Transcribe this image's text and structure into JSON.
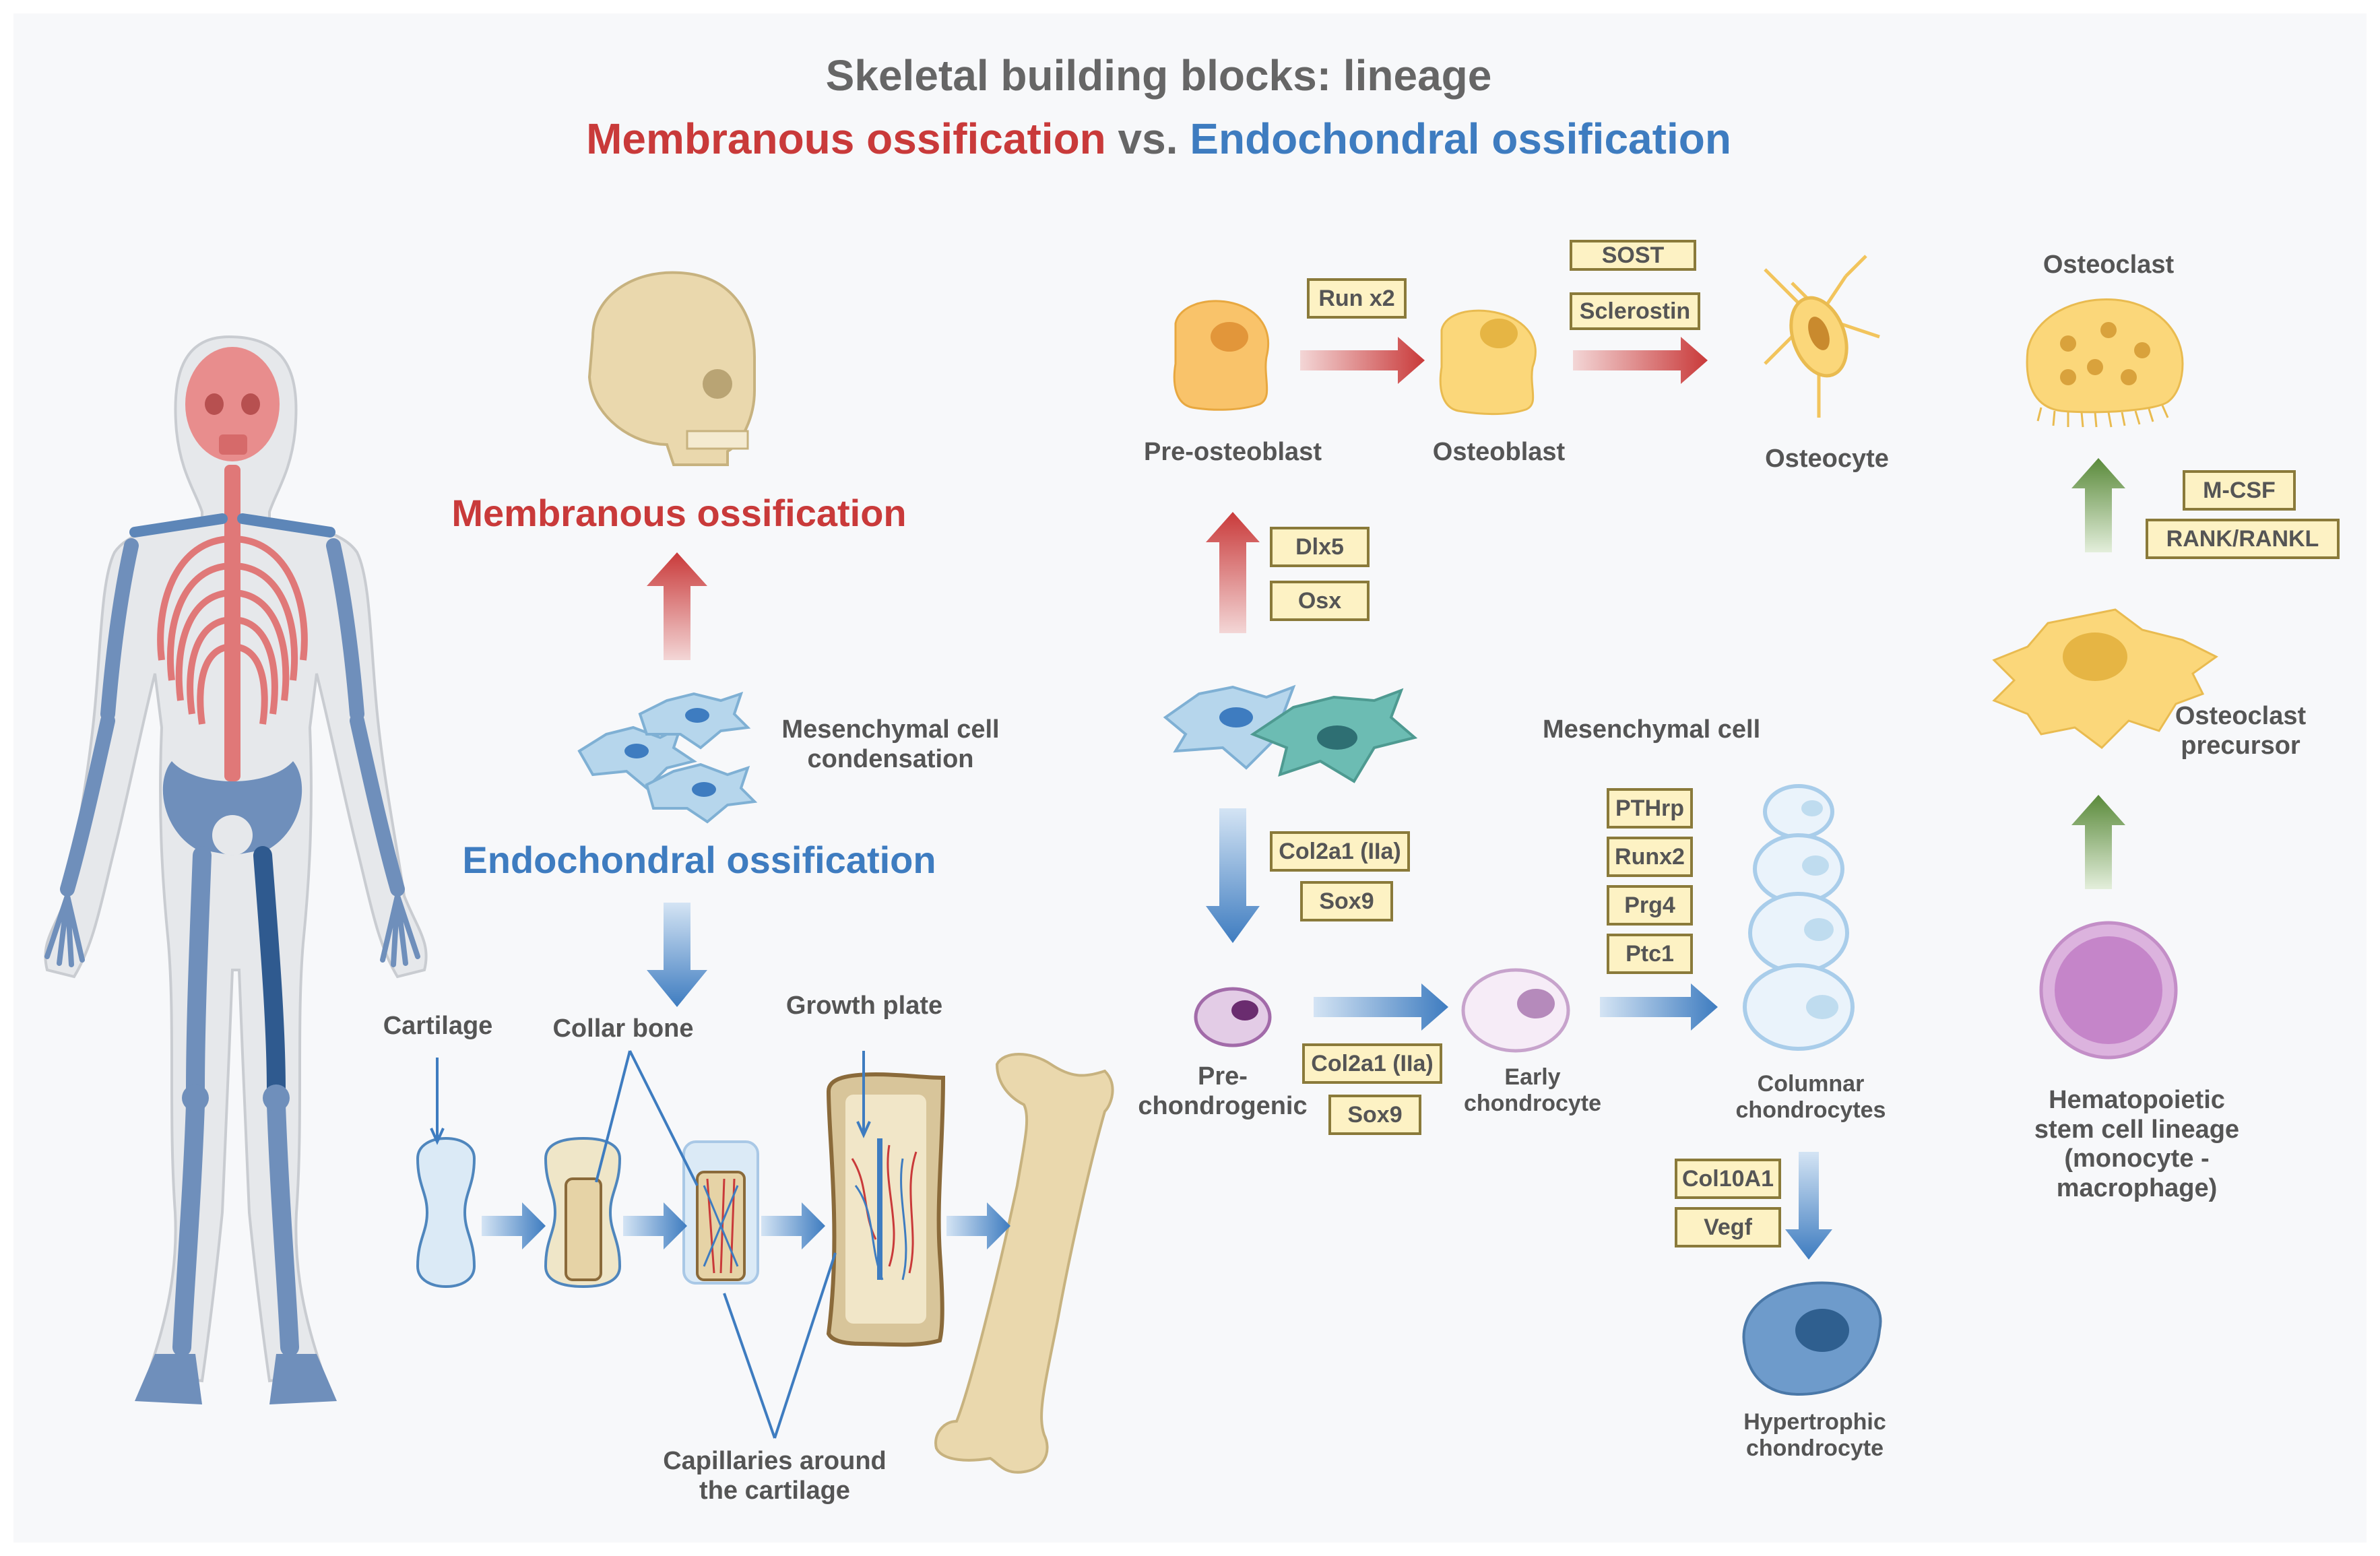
{
  "title": "Skeletal building blocks: lineage",
  "subtitle": {
    "left": "Membranous ossification",
    "mid": " vs. ",
    "right": "Endochondral ossification"
  },
  "left": {
    "membranous": "Membranous ossification",
    "endochondral": "Endochondral ossification",
    "mesenchymal_condensation": "Mesenchymal cell\ncondensation",
    "cartilage": "Cartilage",
    "collar_bone": "Collar bone",
    "growth_plate": "Growth plate",
    "capillaries": "Capillaries around\nthe cartilage"
  },
  "osteo": {
    "pre_osteoblast": "Pre-osteoblast",
    "osteoblast": "Osteoblast",
    "osteocyte": "Osteocyte",
    "runx2": "Run x2",
    "sost": "SOST",
    "sclerostin": "Sclerostin",
    "dlx5": "Dlx5",
    "osx": "Osx",
    "mesenchymal_cell": "Mesenchymal cell"
  },
  "chondro": {
    "col2a1_a": "Col2a1 (IIa)",
    "sox9_a": "Sox9",
    "pre_chondrogenic": "Pre-\nchondrogenic",
    "col2a1_b": "Col2a1 (IIa)",
    "sox9_b": "Sox9",
    "early_chondrocyte": "Early\nchondrocyte",
    "pthrp": "PTHrp",
    "runx2": "Runx2",
    "prg4": "Prg4",
    "ptc1": "Ptc1",
    "columnar": "Columnar\nchondrocytes",
    "col10a1": "Col10A1",
    "vegf": "Vegf",
    "hypertrophic": "Hypertrophic\nchondrocyte"
  },
  "clast": {
    "osteoclast": "Osteoclast",
    "mcsf": "M-CSF",
    "rankl": "RANK/RANKL",
    "precursor": "Osteoclast\nprecursor",
    "hsc": "Hematopoietic stem cell lineage\n(monocyte - macrophage)"
  },
  "colors": {
    "membranous_red": "#c93a3a",
    "endochondral_blue": "#3e7cc0",
    "osteoclast_green": "#5a8a3a",
    "marker_fill": "#fdf2c4",
    "marker_border": "#8a7a3a"
  },
  "icons": [
    "human-skeleton-icon",
    "skull-icon",
    "mesenchymal-cell-icon",
    "pre-osteoblast-icon",
    "osteoblast-icon",
    "osteocyte-icon",
    "osteoclast-icon",
    "osteoclast-precursor-icon",
    "hsc-icon",
    "pre-chondrogenic-icon",
    "early-chondrocyte-icon",
    "columnar-chondrocytes-icon",
    "hypertrophic-chondrocyte-icon",
    "cartilage-icon",
    "collar-bone-icon",
    "growth-plate-icon",
    "femur-icon"
  ]
}
